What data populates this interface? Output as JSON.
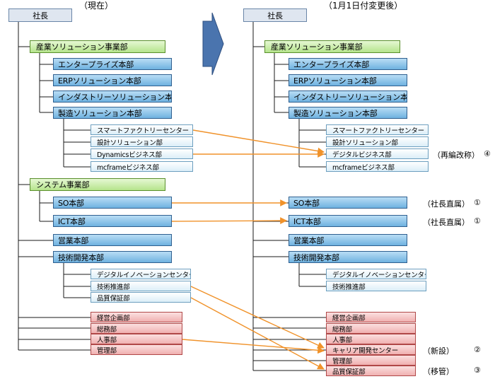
{
  "headers": {
    "current": "（現在）",
    "after": "（1月1日付変更後）"
  },
  "left": {
    "president": "社長",
    "industry_div": "産業ソリューション事業部",
    "enterprise": "エンタープライズ本部",
    "erp": "ERPソリューション本部",
    "industry_sol": "インダストリーソリューション本部",
    "mfg_sol": "製造ソリューション本部",
    "smart_factory": "スマートファクトリーセンター",
    "design_sol": "設計ソリューション部",
    "dynamics": "Dynamicsビジネス部",
    "mcframe": "mcframeビジネス部",
    "system_div": "システム事業部",
    "so": "SO本部",
    "ict": "ICT本部",
    "sales": "営業本部",
    "tech_dev": "技術開発本部",
    "digital_innov": "デジタルイノベーションセンター",
    "tech_promo": "技術推進部",
    "quality": "品質保証部",
    "mgmt_plan": "経営企画部",
    "general_affairs": "総務部",
    "hr": "人事部",
    "admin": "管理部"
  },
  "right": {
    "president": "社長",
    "industry_div": "産業ソリューション事業部",
    "enterprise": "エンタープライズ本部",
    "erp": "ERPソリューション本部",
    "industry_sol": "インダストリーソリューション本部",
    "mfg_sol": "製造ソリューション本部",
    "smart_factory": "スマートファクトリーセンター",
    "design_sol": "設計ソリューション部",
    "digital_biz": "デジタルビジネス部",
    "mcframe": "mcframeビジネス部",
    "so": "SO本部",
    "ict": "ICT本部",
    "sales": "営業本部",
    "tech_dev": "技術開発本部",
    "digital_innov": "デジタルイノベーションセンター",
    "tech_promo": "技術推進部",
    "mgmt_plan": "経営企画部",
    "general_affairs": "総務部",
    "hr": "人事部",
    "career": "キャリア開発センター",
    "admin": "管理部",
    "quality": "品質保証部"
  },
  "notes": {
    "rename": "（再編改称）",
    "rename_num": "④",
    "so_direct": "（社長直属）",
    "so_num": "①",
    "ict_direct": "（社長直属）",
    "ict_num": "①",
    "new": "（新設）",
    "new_num": "②",
    "transfer": "（移管）",
    "transfer_num": "③"
  },
  "colors": {
    "arrow": "#f0922a",
    "shift_arrow": "#4a74ae",
    "division": "#b5e48c",
    "business_unit": "#6fb2e0",
    "sub_unit": "#dbeef8",
    "corporate_dept": "#f0b0b0"
  }
}
